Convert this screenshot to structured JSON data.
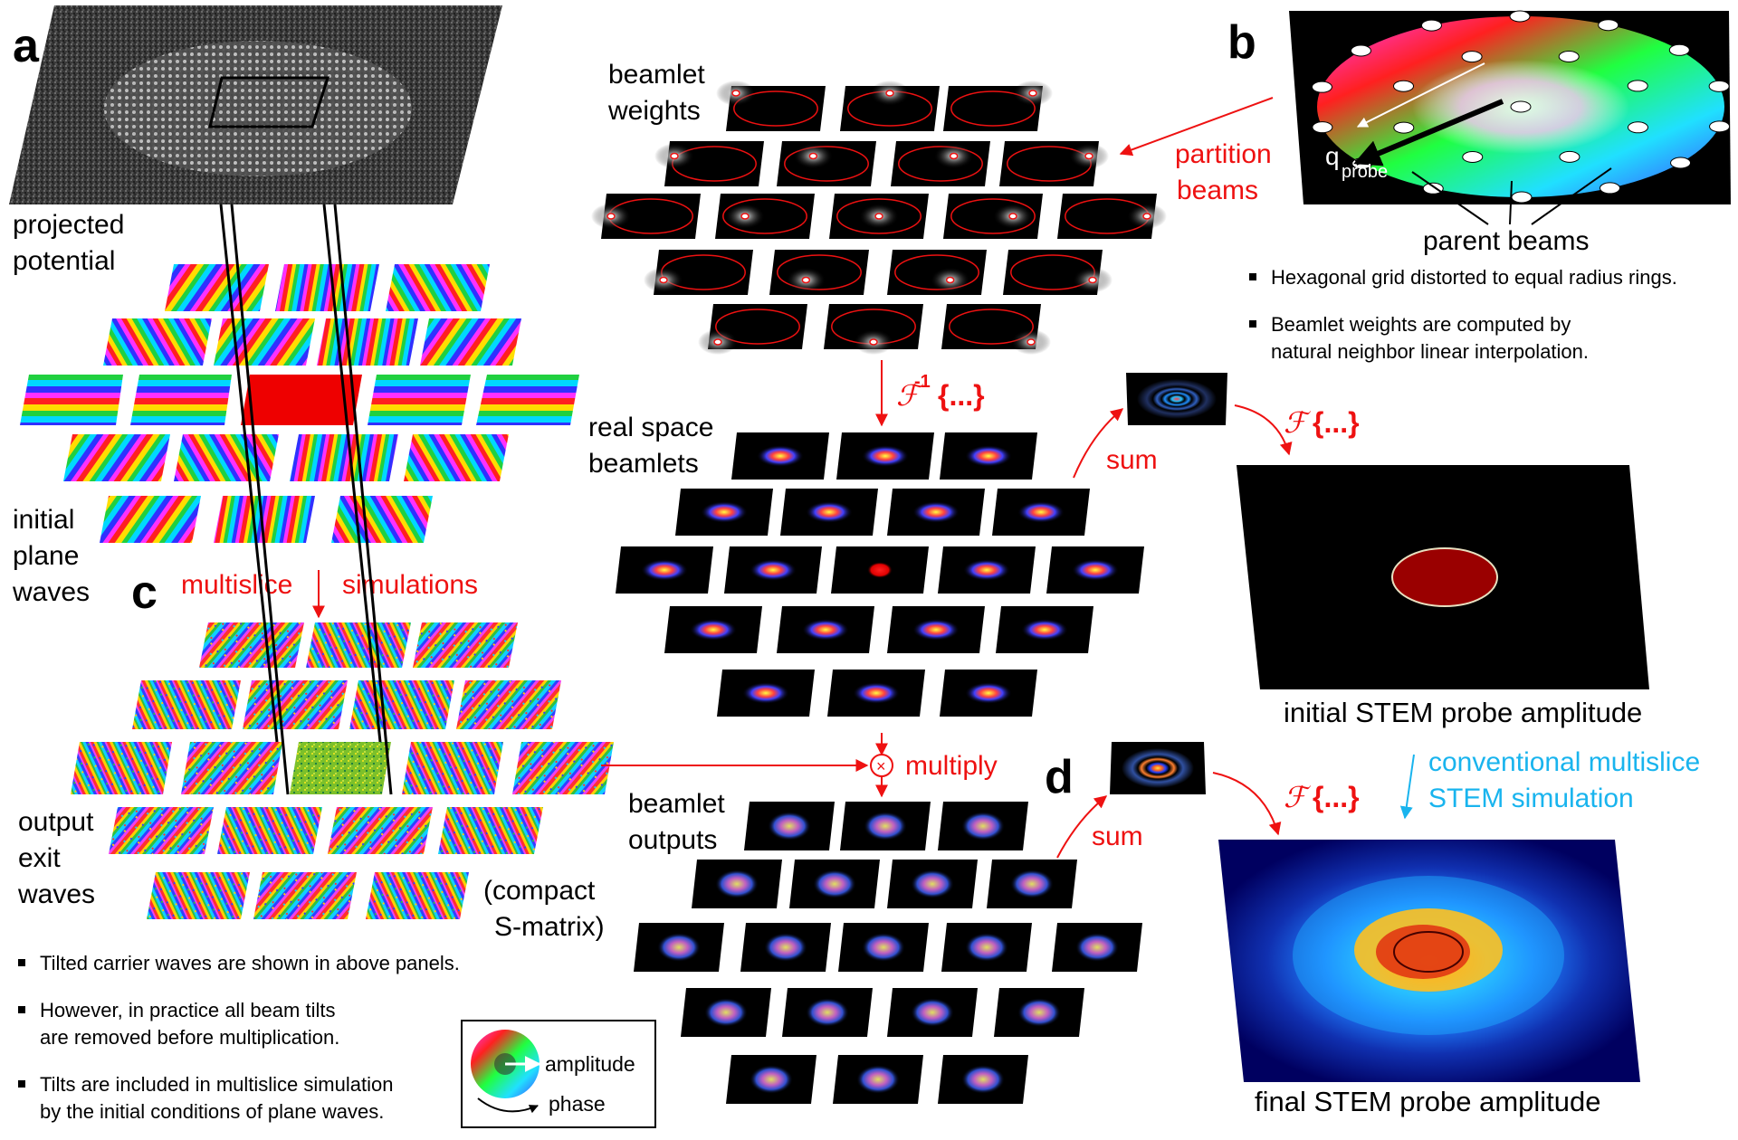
{
  "panels": {
    "a": "a",
    "b": "b",
    "c": "c",
    "d": "d"
  },
  "labels": {
    "projected_potential": [
      "projected",
      "potential"
    ],
    "initial_plane_waves": [
      "initial",
      "plane",
      "waves"
    ],
    "output_exit_waves": [
      "output",
      "exit",
      "waves"
    ],
    "compact_s_matrix": [
      "(compact",
      "S-matrix)"
    ],
    "multislice": "multislice",
    "simulations": "simulations",
    "beamlet_weights": [
      "beamlet",
      "weights"
    ],
    "real_space_beamlets": [
      "real space",
      "beamlets"
    ],
    "beamlet_outputs": [
      "beamlet",
      "outputs"
    ],
    "partition_beams": [
      "partition",
      "beams"
    ],
    "q_probe": "q",
    "q_probe_sub": "probe",
    "parent_beams": "parent beams",
    "inverse_ft_symbol": "ℱ",
    "inverse_ft_exp": "-1",
    "ft_symbol": "ℱ",
    "braces": "{...}",
    "sum": "sum",
    "multiply": "multiply",
    "multiply_symbol": "×",
    "initial_probe": "initial STEM probe amplitude",
    "final_probe": "final STEM probe amplitude",
    "conventional": [
      "conventional multislice",
      "STEM simulation"
    ]
  },
  "bullets_b": [
    [
      "Hexagonal grid distorted to equal radius rings."
    ],
    [
      "Beamlet weights are computed by",
      "natural neighbor linear interpolation."
    ]
  ],
  "bullets_c": [
    [
      "Tilted carrier waves are shown in above panels."
    ],
    [
      "However, in practice all beam tilts",
      "are removed before multiplication."
    ],
    [
      "Tilts are included in multislice simulation",
      "by the initial conditions of plane waves."
    ]
  ],
  "legend": {
    "amplitude": "amplitude",
    "phase": "phase"
  },
  "colors": {
    "annotation_red": "#ee1111",
    "annotation_blue": "#19b4ee",
    "probe_red": "#9a0000"
  }
}
